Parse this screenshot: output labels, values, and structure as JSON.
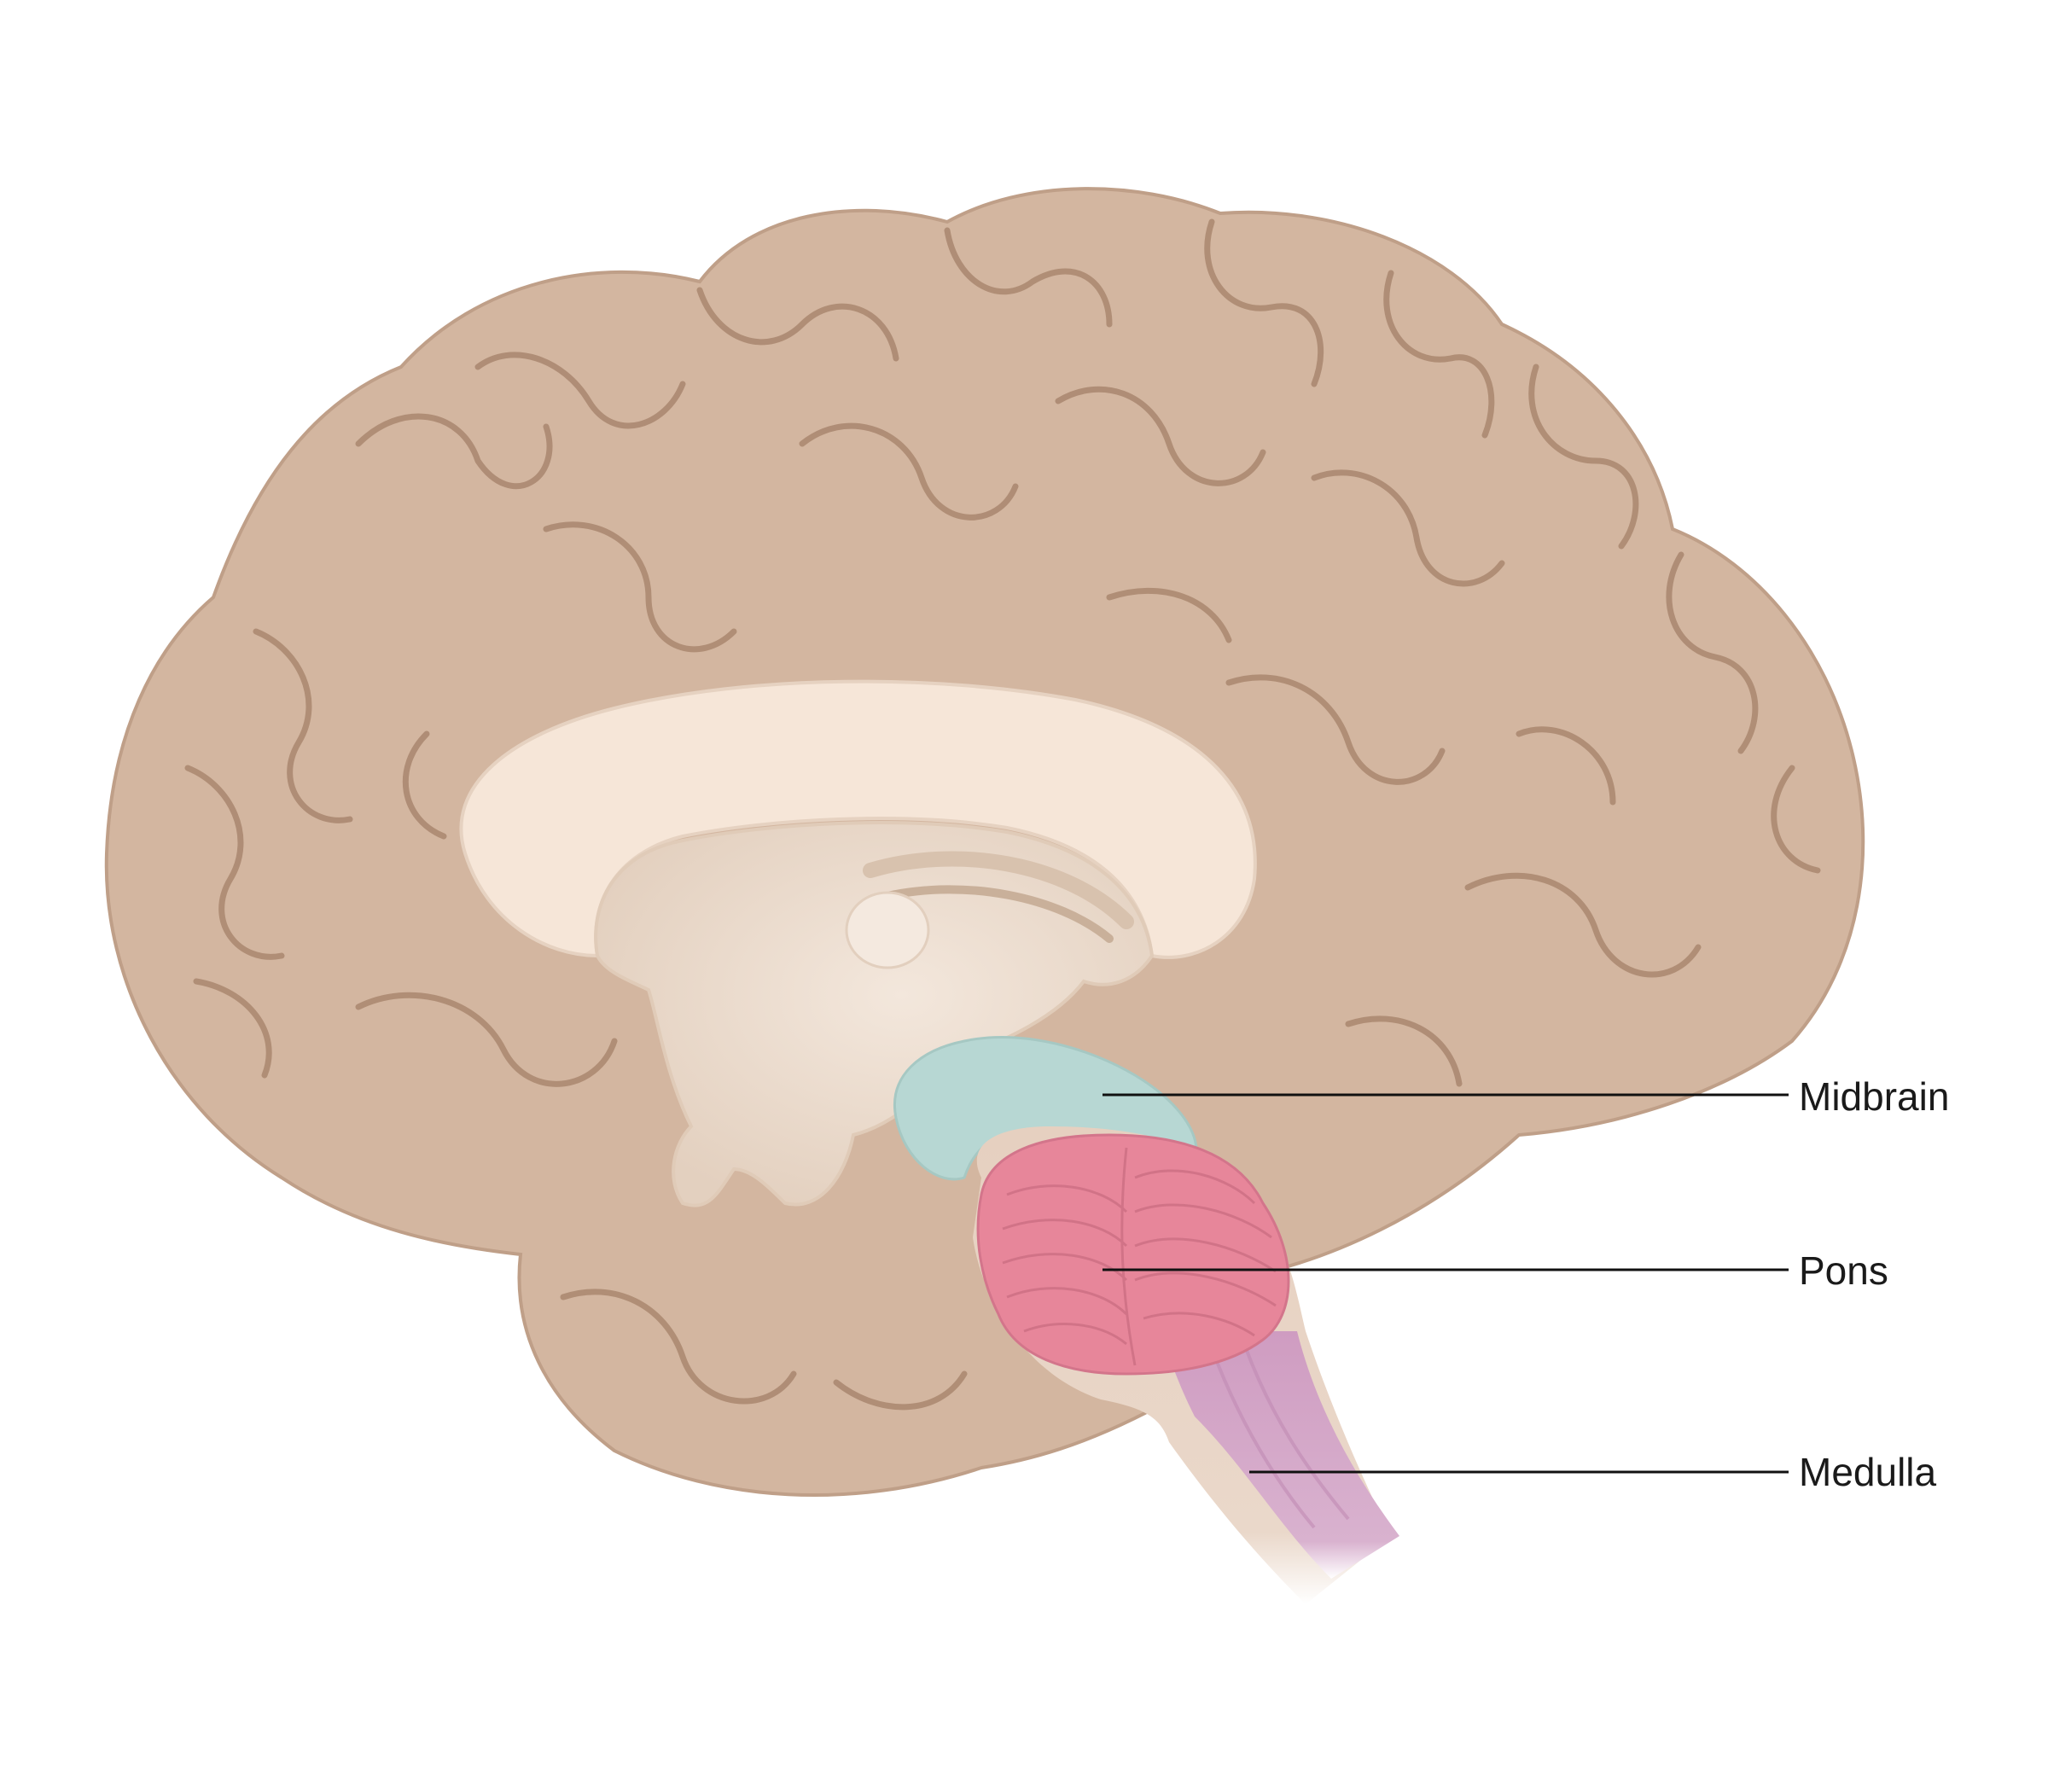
{
  "labels": {
    "midbrain": "Midbrain",
    "pons": "Pons",
    "medulla": "Medulla"
  },
  "colors": {
    "cortex": "#d3b6a0",
    "cortex_shadow": "#b8977f",
    "sulcus": "#a9876f",
    "white_matter": "#f6e6d8",
    "inner_core": "#ecdccd",
    "midbrain": "#b7d7d3",
    "pons": "#e7869a",
    "pons_stripe": "#c96b80",
    "medulla": "#d3a6c6",
    "leader_line": "#111111"
  }
}
